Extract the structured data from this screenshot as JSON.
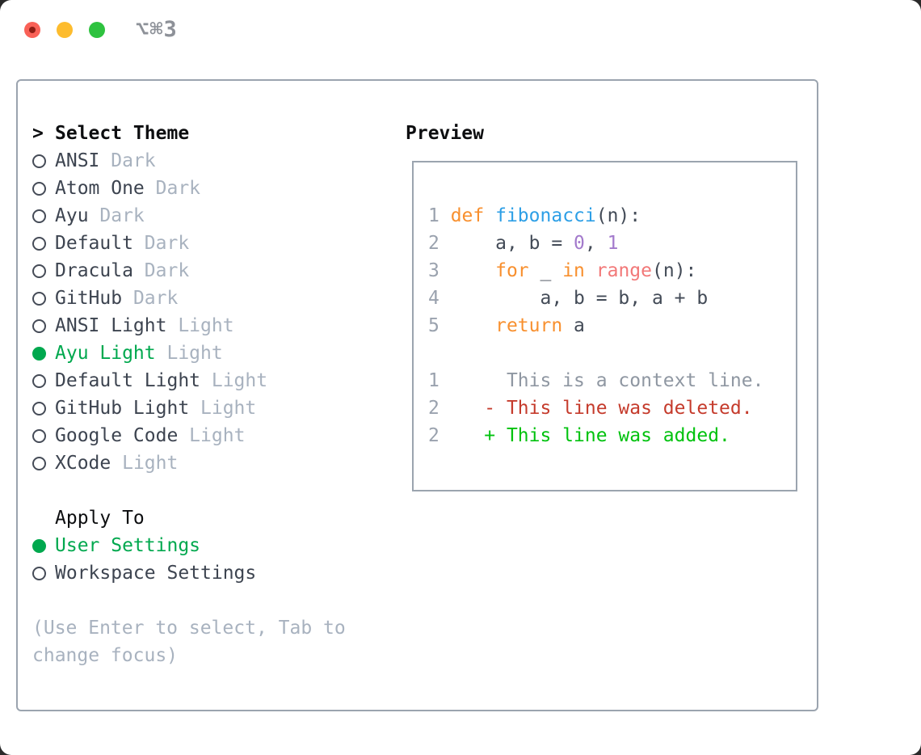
{
  "window": {
    "title_shortcut": "⌥⌘3",
    "traffic_lights": [
      "close",
      "minimize",
      "zoom"
    ]
  },
  "theme_selector": {
    "prompt": ">",
    "title": "Select Theme",
    "themes": [
      {
        "name": "ANSI",
        "variant": "Dark",
        "selected": false
      },
      {
        "name": "Atom One",
        "variant": "Dark",
        "selected": false
      },
      {
        "name": "Ayu",
        "variant": "Dark",
        "selected": false
      },
      {
        "name": "Default",
        "variant": "Dark",
        "selected": false
      },
      {
        "name": "Dracula",
        "variant": "Dark",
        "selected": false
      },
      {
        "name": "GitHub",
        "variant": "Dark",
        "selected": false
      },
      {
        "name": "ANSI Light",
        "variant": "Light",
        "selected": false
      },
      {
        "name": "Ayu Light",
        "variant": "Light",
        "selected": true
      },
      {
        "name": "Default Light",
        "variant": "Light",
        "selected": false
      },
      {
        "name": "GitHub Light",
        "variant": "Light",
        "selected": false
      },
      {
        "name": "Google Code",
        "variant": "Light",
        "selected": false
      },
      {
        "name": "XCode",
        "variant": "Light",
        "selected": false
      }
    ],
    "apply_to": {
      "title": "Apply To",
      "options": [
        {
          "name": "User Settings",
          "selected": true
        },
        {
          "name": "Workspace Settings",
          "selected": false
        }
      ]
    },
    "hint": "(Use Enter to select, Tab to change focus)"
  },
  "preview": {
    "title": "Preview",
    "lines": [
      {
        "num": "1",
        "segments": [
          {
            "text": "def",
            "color": "keyword"
          },
          {
            "text": " ",
            "color": "fg"
          },
          {
            "text": "fibonacci",
            "color": "function"
          },
          {
            "text": "(n):",
            "color": "fg"
          }
        ]
      },
      {
        "num": "2",
        "segments": [
          {
            "text": "    a, b = ",
            "color": "fg"
          },
          {
            "text": "0",
            "color": "number"
          },
          {
            "text": ", ",
            "color": "fg"
          },
          {
            "text": "1",
            "color": "number"
          }
        ]
      },
      {
        "num": "3",
        "segments": [
          {
            "text": "    ",
            "color": "fg"
          },
          {
            "text": "for",
            "color": "keyword"
          },
          {
            "text": " _ ",
            "color": "fg"
          },
          {
            "text": "in",
            "color": "keyword"
          },
          {
            "text": " ",
            "color": "fg"
          },
          {
            "text": "range",
            "color": "builtin"
          },
          {
            "text": "(n):",
            "color": "fg"
          }
        ]
      },
      {
        "num": "4",
        "segments": [
          {
            "text": "        a, b = b, a + b",
            "color": "fg"
          }
        ]
      },
      {
        "num": "5",
        "segments": [
          {
            "text": "    ",
            "color": "fg"
          },
          {
            "text": "return",
            "color": "keyword"
          },
          {
            "text": " a",
            "color": "fg"
          }
        ]
      },
      {
        "num": "",
        "segments": []
      },
      {
        "num": "1",
        "segments": [
          {
            "text": "     This is a context line.",
            "color": "context"
          }
        ]
      },
      {
        "num": "2",
        "segments": [
          {
            "text": "   - This line was deleted.",
            "color": "deleted"
          }
        ]
      },
      {
        "num": "2",
        "segments": [
          {
            "text": "   + This line was added.",
            "color": "added"
          }
        ]
      }
    ]
  },
  "colors": {
    "selected_green": "#00a84e",
    "added_green": "#00c20e",
    "deleted_red": "#c53b2c",
    "context_gray": "#8f97a2",
    "keyword_orange": "#f8902f",
    "function_blue": "#2d9fe6",
    "number_purple": "#a37acc",
    "builtin_coral": "#f27878",
    "code_fg": "#434b57",
    "line_number": "#9aa2ae",
    "item_text": "#3d4450",
    "muted_text": "#a8b2bf",
    "heading_text": "#0d0e10",
    "border_gray": "#9ba4af",
    "title_gray": "#8d9198",
    "traffic_red": "#f96157",
    "traffic_yellow": "#fdbc2e",
    "traffic_green": "#2ec23f"
  }
}
